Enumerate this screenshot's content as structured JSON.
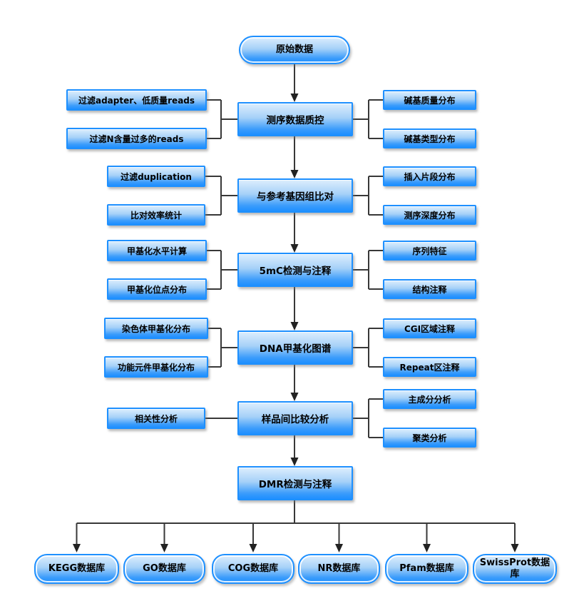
{
  "diagram": {
    "title_hint": "WGBS DNA methylation analysis pipeline flowchart",
    "root": {
      "label": "原始数据"
    },
    "stages": [
      {
        "label": "测序数据质控",
        "left": [
          "过滤adapter、低质量reads",
          "过滤N含量过多的reads"
        ],
        "right": [
          "碱基质量分布",
          "碱基类型分布"
        ]
      },
      {
        "label": "与参考基因组比对",
        "left": [
          "过滤duplication",
          "比对效率统计"
        ],
        "right": [
          "插入片段分布",
          "测序深度分布"
        ]
      },
      {
        "label": "5mC检测与注释",
        "left": [
          "甲基化水平计算",
          "甲基化位点分布"
        ],
        "right": [
          "序列特征",
          "结构注释"
        ]
      },
      {
        "label": "DNA甲基化图谱",
        "left": [
          "染色体甲基化分布",
          "功能元件甲基化分布"
        ],
        "right": [
          "CGI区域注释",
          "Repeat区注释"
        ]
      },
      {
        "label": "样品间比较分析",
        "left": [
          "相关性分析"
        ],
        "right": [
          "主成分分析",
          "聚类分析"
        ]
      },
      {
        "label": "DMR检测与注释",
        "left": [],
        "right": []
      }
    ],
    "databases": [
      "KEGG数据库",
      "GO数据库",
      "COG数据库",
      "NR数据库",
      "Pfam数据库",
      "SwissProt数据库"
    ],
    "colors": {
      "node_border": "#1e90ff",
      "node_fill_top": "#ddeefd",
      "node_fill_bottom": "#1e8fff",
      "connector": "#383838",
      "arrowhead": "#222222",
      "background": "#ffffff"
    }
  }
}
